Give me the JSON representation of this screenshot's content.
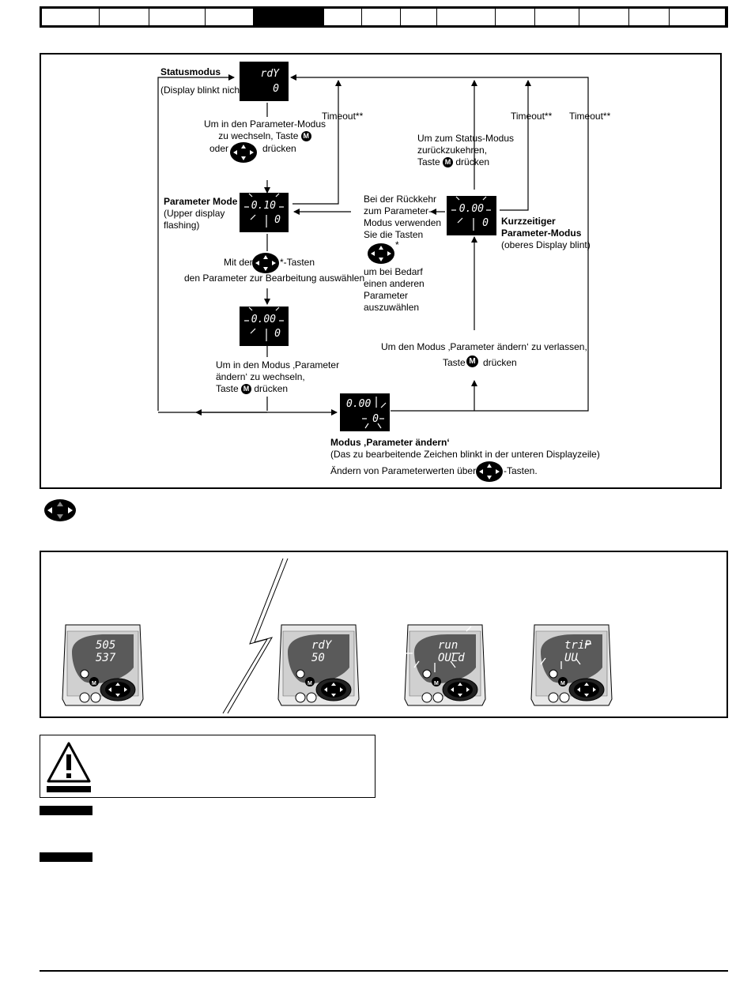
{
  "nav": {
    "tabs": [
      "",
      "",
      "",
      "",
      "",
      "",
      "",
      "",
      "",
      "",
      "",
      "",
      "",
      "",
      ""
    ],
    "active_index": 4
  },
  "diagram": {
    "status_mode": {
      "title": "Statusmodus",
      "note": "(Display blinkt nicht)"
    },
    "to_param_mode": {
      "line1": "Um in den Parameter-Modus",
      "line2": "zu wechseln, Taste",
      "line3a": "oder",
      "line3b": "drücken"
    },
    "timeout": "Timeout**",
    "param_mode": {
      "title": "Parameter Mode",
      "line1": "(Upper display",
      "line2": "flashing)"
    },
    "select_param": {
      "line1a": "Mit den",
      "line1b": "*-Tasten",
      "line2": "den Parameter zur Bearbeitung auswählen"
    },
    "to_edit_mode": {
      "line1": "Um in den Modus ‚Parameter",
      "line2": "ändern‘ zu wechseln,",
      "line3a": "Taste",
      "line3b": "drücken"
    },
    "return_status": {
      "line1": "Um zum Status-Modus",
      "line2": "zurückzukehren,",
      "line3a": "Taste",
      "line3b": "drücken"
    },
    "return_param": {
      "l1": "Bei der Rückkehr",
      "l2": "zum Parameter-",
      "l3": "Modus verwenden",
      "l4": "Sie die Tasten",
      "star": "*",
      "l5": "um bei Bedarf",
      "l6": "einen anderen",
      "l7": "Parameter",
      "l8": "auszuwählen"
    },
    "temp_mode": {
      "title1": "Kurzzeitiger",
      "title2": "Parameter-Modus",
      "note": "(oberes Display blint)"
    },
    "leave_edit": {
      "line1": "Um den Modus ‚Parameter ändern‘ zu verlassen,",
      "line2a": "Taste",
      "line2b": "drücken"
    },
    "edit_mode": {
      "title": "Modus ‚Parameter ändern‘",
      "note": "(Das zu bearbeitende Zeichen blinkt in der unteren Displayzeile)",
      "line3a": "Ändern von Parameterwerten über",
      "line3b": "-Tasten."
    },
    "displays": {
      "status": {
        "top": "rdY",
        "bottom": "0"
      },
      "param": {
        "top": "0.10",
        "bottom": "0"
      },
      "param2": {
        "top": "0.00",
        "bottom": "0"
      },
      "temp": {
        "top": "0.00",
        "bottom": "0"
      },
      "edit": {
        "top": "0.00",
        "bottom": "0"
      }
    }
  },
  "keypads": [
    {
      "top": "505",
      "bottom": "537"
    },
    {
      "top": "rdY",
      "bottom": "50"
    },
    {
      "top": "run",
      "bottom": "OULd"
    },
    {
      "top": "triP",
      "bottom": "UU"
    }
  ]
}
